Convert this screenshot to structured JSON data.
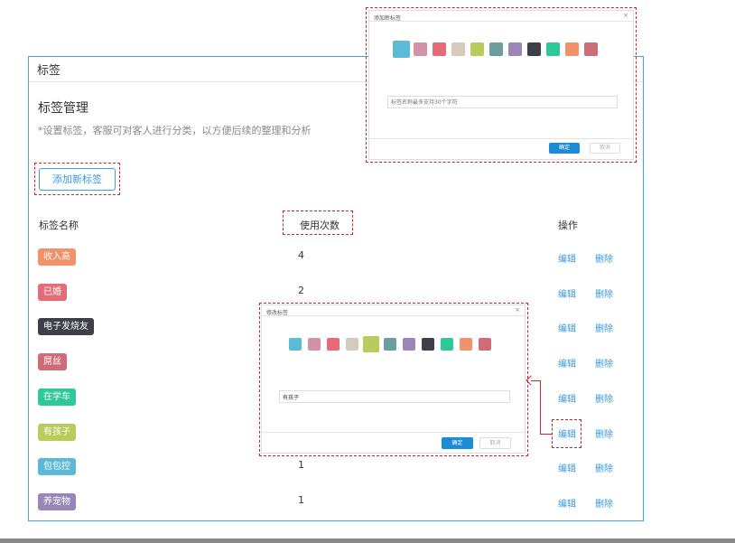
{
  "panel": {
    "title": "标签",
    "section_title": "标签管理",
    "description": "*设置标签，客服可对客人进行分类，以方便后续的整理和分析",
    "add_button": "添加新标签"
  },
  "table": {
    "headers": {
      "name": "标签名称",
      "count": "使用次数",
      "ops": "操作"
    },
    "rows": [
      {
        "name": "收入高",
        "count": "4",
        "color": "#f0926a",
        "edit": "编辑",
        "delete": "删除"
      },
      {
        "name": "已婚",
        "count": "2",
        "color": "#e56b78",
        "edit": "编辑",
        "delete": "删除"
      },
      {
        "name": "电子发烧友",
        "count": "",
        "color": "#3f3f4a",
        "edit": "编辑",
        "delete": "删除"
      },
      {
        "name": "屌丝",
        "count": "",
        "color": "#d06b78",
        "edit": "编辑",
        "delete": "删除"
      },
      {
        "name": "在学车",
        "count": "",
        "color": "#2ec89a",
        "edit": "编辑",
        "delete": "删除"
      },
      {
        "name": "有孩子",
        "count": "",
        "color": "#b7cc5a",
        "edit": "编辑",
        "delete": "删除"
      },
      {
        "name": "包包控",
        "count": "1",
        "color": "#5bb9d5",
        "edit": "编辑",
        "delete": "删除"
      },
      {
        "name": "养宠物",
        "count": "1",
        "color": "#9986b8",
        "edit": "编辑",
        "delete": "删除"
      }
    ]
  },
  "dialog_add": {
    "title": "添加新标签",
    "close": "×",
    "placeholder": "标签名称最多支持30个字符",
    "ok": "确定",
    "cancel": "取消"
  },
  "dialog_edit": {
    "title": "修改标签",
    "close": "×",
    "value": "有孩子",
    "ok": "确定",
    "cancel": "取消"
  },
  "palette": [
    "#5bbad6",
    "#d492a8",
    "#e56b78",
    "#d4cbbc",
    "#b7cc5a",
    "#6b9e9e",
    "#9c86b8",
    "#3f3f4a",
    "#2ec89a",
    "#f0926a",
    "#d06b78"
  ]
}
